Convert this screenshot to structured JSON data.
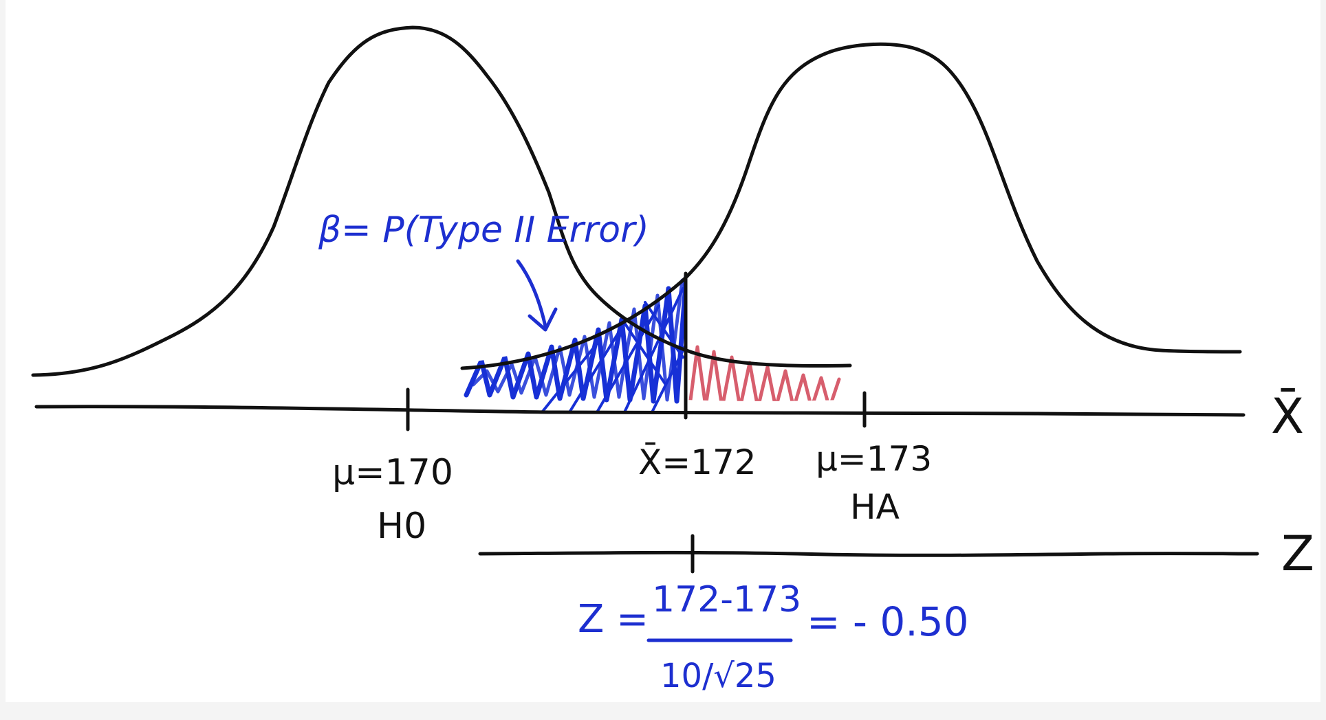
{
  "diagram": {
    "colors": {
      "ink": "#111111",
      "annotation_blue": "#1d2fd0",
      "beta_hatch": "#1730d6",
      "alpha_hatch": "#d75e6d",
      "background": "#ffffff"
    },
    "beta_label": "β= P(Type II Error)",
    "axes": {
      "xbar_axis_label": "X̄",
      "z_axis_label": "Z"
    },
    "ticks": {
      "h0_mean": "μ=170",
      "h0_label": "H0",
      "xbar_value": "X̄=172",
      "ha_mean": "μ=173",
      "ha_label": "HA"
    },
    "formula": {
      "lhs": "Z =",
      "numerator": "172-173",
      "denominator": "10/√25",
      "result": "= - 0.50"
    },
    "icons": [
      "down-arrow-icon"
    ]
  }
}
